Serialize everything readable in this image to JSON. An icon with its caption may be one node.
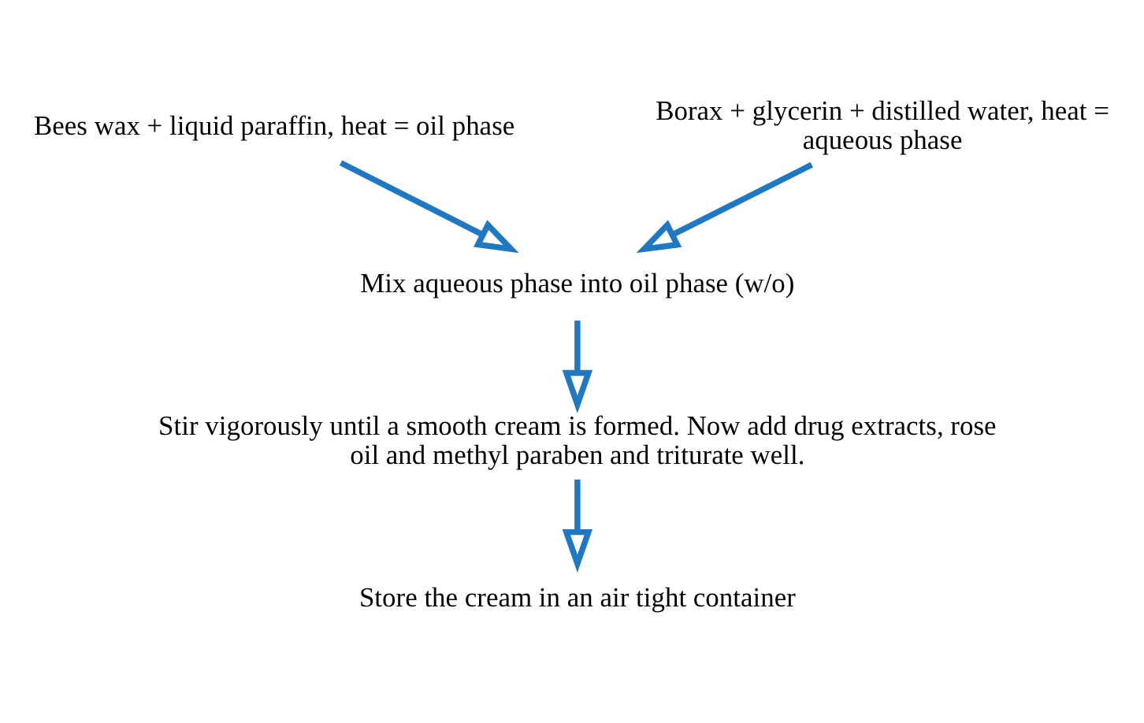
{
  "diagram": {
    "nodes": [
      {
        "text": [
          "Bees wax + liquid paraffin, heat = oil phase"
        ]
      },
      {
        "text": [
          "Borax + glycerin + distilled water, heat = aqueous phase"
        ]
      },
      {
        "text": [
          "Mix aqueous phase into oil phase (w/o)"
        ]
      },
      {
        "text": [
          "Stir vigorously until a smooth cream is formed. Now add drug extracts, rose oil and methyl paraben and triturate well."
        ]
      },
      {
        "text": [
          "Store the cream in an air tight container"
        ]
      }
    ],
    "edges": [
      {
        "from": 0,
        "to": 2,
        "arrow": "to"
      },
      {
        "from": 1,
        "to": 2,
        "arrow": "to"
      },
      {
        "from": 2,
        "to": 3,
        "arrow": "to"
      },
      {
        "from": 3,
        "to": 4,
        "arrow": "to"
      }
    ]
  }
}
